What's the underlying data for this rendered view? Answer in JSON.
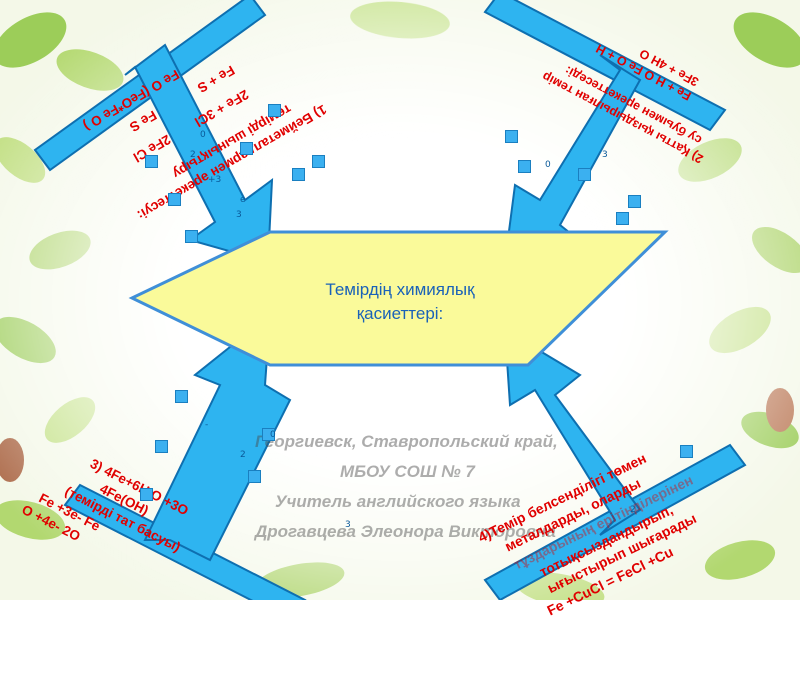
{
  "center": {
    "line1": "Темірдің химиялық",
    "line2": "қасиеттері:"
  },
  "top_left": {
    "line1": "1) Бейметалдармен әрекеттесуі:",
    "line2": "темірді шынықтыру",
    "line3": "2Fe + 3Cl",
    "line4": "2Fe Cl",
    "line5": "Fe + S",
    "line6": "Fe S",
    "line7": "Fe O (FeO*Fe O )"
  },
  "top_right": {
    "line1": "2) Қатты қыздырылған темір",
    "line2": "су буымен әрекеттеседі:",
    "line3": "Fe + H O    Fe O + H",
    "line4": "3Fe + 4H O"
  },
  "bottom_left": {
    "line1": "3) 4Fe+6H O +3O",
    "line2": "4Fe(OH)",
    "line3": "(темірді тат басуы)",
    "line4": "Fe +3e-   Fe",
    "line5": "O +4e-     2O"
  },
  "bottom_right": {
    "line1": "4)Темір белсенділігі төмен",
    "line2": "металдарды, оларды",
    "line3": "тұздарының ерітінділерінен",
    "line4": "тотықсыздандырып,",
    "line5": "ығыстырып шығарады",
    "line6": "Fe +CuCl = FeCl +Cu"
  },
  "watermark": {
    "line1": "Георгиевск, Ставропольский край,",
    "line2": "МБОУ СОШ № 7",
    "line3": "Учитель английского языка",
    "line4": "Дрогавцева Элеонора Викторовна"
  },
  "small_numbers": [
    "0",
    "2",
    "3",
    "+3",
    "e",
    "-",
    "0",
    "2",
    "3",
    "0",
    "3",
    "2"
  ],
  "colors": {
    "arrow": "#2eb4f0",
    "arrow_border": "#0e6fb0",
    "rhombus_fill": "#fafa9a",
    "rhombus_border": "#3f8fd8",
    "text_red": "#e00000",
    "title_blue": "#1a62b8"
  }
}
